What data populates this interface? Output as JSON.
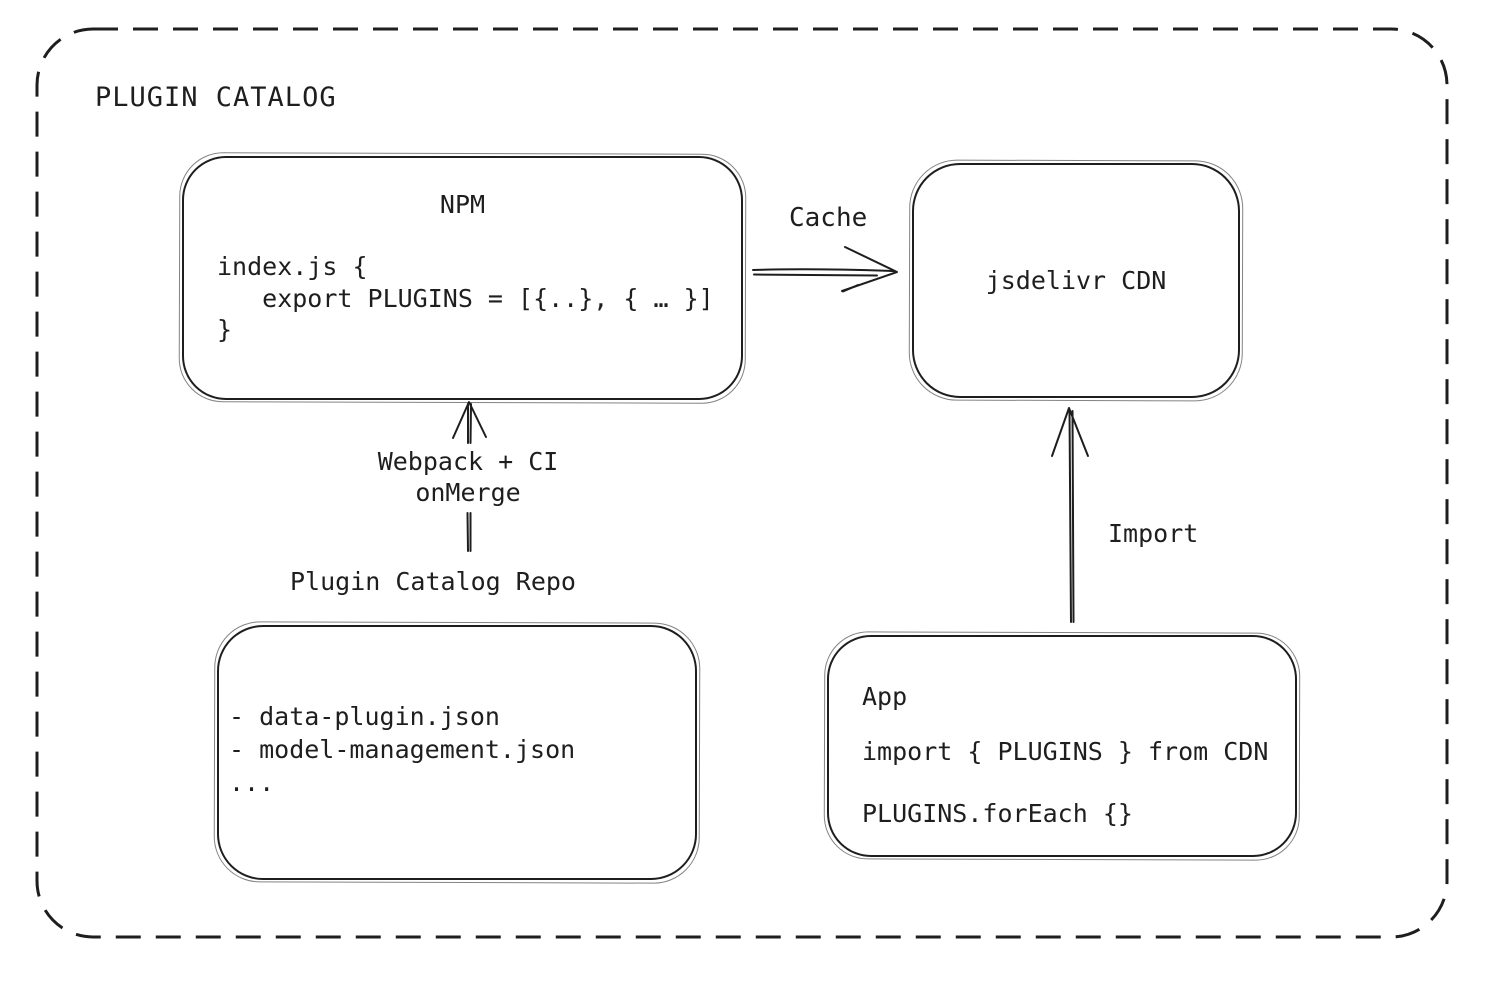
{
  "colors": {
    "stroke": "#1e1e1e",
    "background": "#ffffff"
  },
  "diagram": {
    "title": "PLUGIN CATALOG"
  },
  "nodes": {
    "npm": {
      "title": "NPM",
      "code_lines": [
        "index.js {",
        "   export PLUGINS = [{..}, { … }]",
        "}"
      ]
    },
    "cdn": {
      "label": "jsdelivr CDN"
    },
    "repo": {
      "title": "Plugin Catalog Repo",
      "files": [
        "- data-plugin.json",
        "- model-management.json",
        "..."
      ]
    },
    "app": {
      "title": "App",
      "code_lines": [
        "import { PLUGINS } from CDN",
        "PLUGINS.forEach {}"
      ]
    }
  },
  "arrows": {
    "cache": {
      "label": "Cache"
    },
    "build": {
      "label_line1": "Webpack + CI",
      "label_line2": "onMerge"
    },
    "import": {
      "label": "Import"
    }
  }
}
